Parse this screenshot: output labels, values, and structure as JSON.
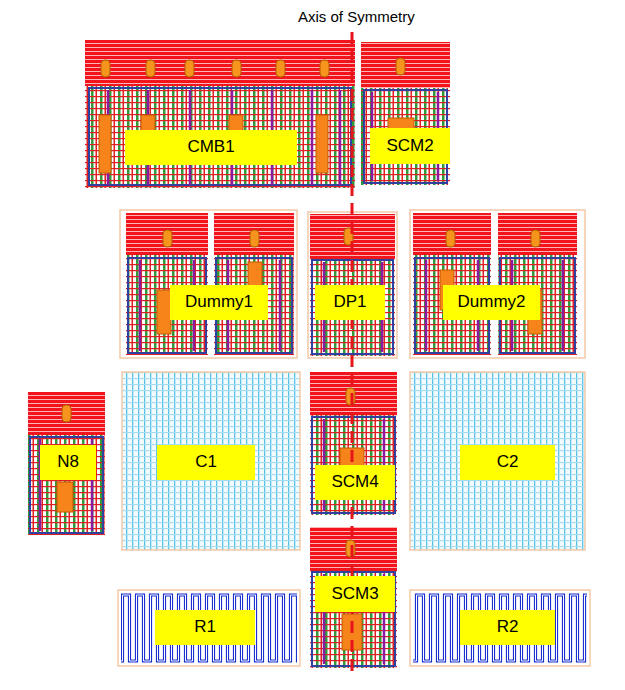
{
  "diagram": {
    "nodes": [
      {
        "text": [
          "CMB1"
        ]
      },
      {
        "text": [
          "SCM2"
        ]
      },
      {
        "text": [
          "Dummy1"
        ]
      },
      {
        "text": [
          "DP1"
        ]
      },
      {
        "text": [
          "Dummy2"
        ]
      },
      {
        "text": [
          "N8"
        ]
      },
      {
        "text": [
          "C1"
        ]
      },
      {
        "text": [
          "SCM4"
        ]
      },
      {
        "text": [
          "C2"
        ]
      },
      {
        "text": [
          "R1"
        ]
      },
      {
        "text": [
          "SCM3"
        ]
      },
      {
        "text": [
          "R2"
        ]
      }
    ],
    "labels": [
      "Axis of Symmetry"
    ]
  }
}
